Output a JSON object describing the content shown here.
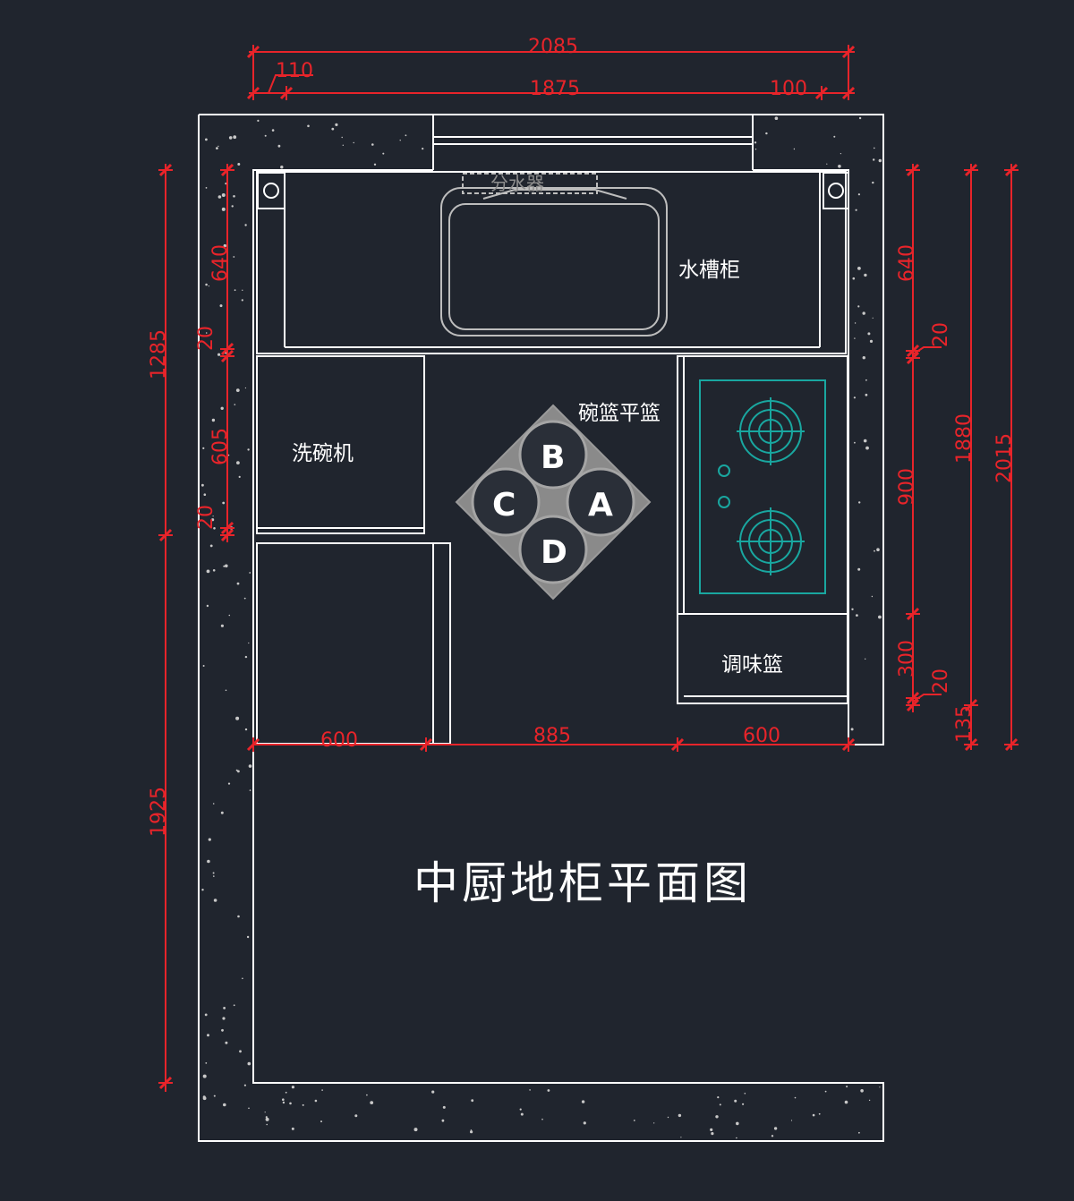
{
  "title": "中厨地柜平面图",
  "labels": {
    "sink_cabinet": "水槽柜",
    "dishwasher": "洗碗机",
    "bowl_basket": "碗篮平篮",
    "seasoning_basket": "调味篮",
    "water_divider": "分水器"
  },
  "basket_letters": {
    "a": "A",
    "b": "B",
    "c": "C",
    "d": "D"
  },
  "dimensions": {
    "top_total": "2085",
    "top_left": "110",
    "top_mid": "1875",
    "top_right": "100",
    "left_outer_upper": "1285",
    "left_outer_lower": "1925",
    "left_640": "640",
    "left_20a": "20",
    "left_605": "605",
    "left_20b": "20",
    "right_640": "640",
    "right_20a": "20",
    "right_900": "900",
    "right_300": "300",
    "right_20b": "20",
    "right_1880": "1880",
    "right_135": "135",
    "right_2015": "2015",
    "bottom_600_left": "600",
    "bottom_885": "885",
    "bottom_600_right": "600"
  },
  "colors": {
    "background": "#20252e",
    "dimension": "#e8242a",
    "outline": "#ffffff",
    "cooktop": "#19a7a0",
    "wall_speckle": "#c8c8c8"
  }
}
